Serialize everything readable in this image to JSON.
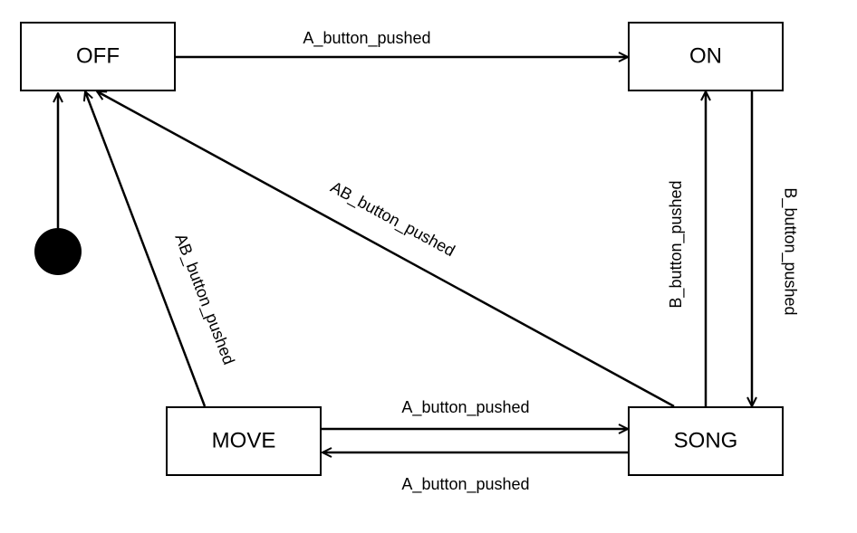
{
  "diagram": {
    "states": {
      "off": "OFF",
      "on": "ON",
      "move": "MOVE",
      "song": "SONG"
    },
    "transitions": {
      "off_to_on": "A_button_pushed",
      "song_to_off": "AB_button_pushed",
      "move_to_off": "AB_button_pushed",
      "song_to_on": "B_button_pushed",
      "on_to_song": "B_button_pushed",
      "move_to_song": "A_button_pushed",
      "song_to_move": "A_button_pushed"
    },
    "initial_marker_icon": "filled-circle-icon",
    "colors": {
      "line": "#000000",
      "background": "#ffffff"
    }
  }
}
